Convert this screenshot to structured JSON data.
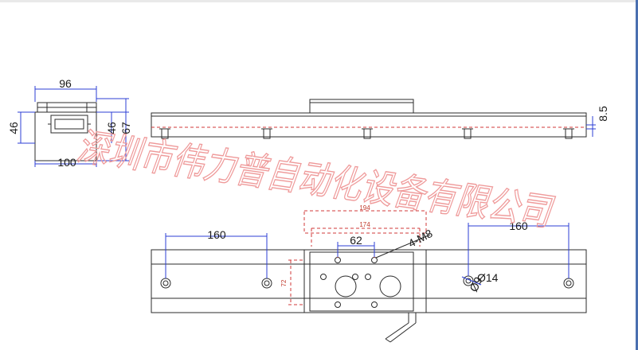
{
  "side_view": {
    "dims": {
      "top_width": "96",
      "left_height": "46",
      "inner_height": "46",
      "right_height": "67",
      "bottom_width": "100"
    }
  },
  "front_view": {
    "dims": {
      "right_offset": "8.5"
    }
  },
  "top_view": {
    "dims": {
      "left_pitch": "160",
      "right_pitch": "160",
      "carriage_outer": "194",
      "carriage_inner": "174",
      "hole_spacing": "62",
      "hole_callout": "4-M8",
      "carriage_height": "72",
      "counterbore": "Ø14",
      "through_hole": "Ø9"
    }
  },
  "watermark": {
    "text": "深圳市伟力普自动化设备有限公司"
  },
  "colors": {
    "line": "#2b2b2b",
    "dimension_blue": "#2c3fd6",
    "hidden_red": "#d23a3a",
    "watermark": "#ef9a9a"
  }
}
